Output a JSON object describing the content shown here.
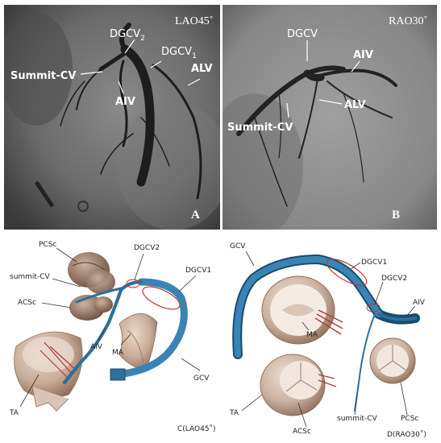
{
  "panel_a": {
    "view": "LAO45˚",
    "letter": "A",
    "labels": {
      "dgcv2_main": "DGCV",
      "dgcv2_sub": "2",
      "dgcv1_main": "DGCV",
      "dgcv1_sub": "1",
      "alv": "ALV",
      "summit": "Summit-CV",
      "aiv": "AIV"
    }
  },
  "panel_b": {
    "view": "RAO30˚",
    "letter": "B",
    "labels": {
      "dgcv": "DGCV",
      "aiv": "AIV",
      "alv": "ALV",
      "summit": "Summit-CV"
    }
  },
  "panel_c": {
    "labels": {
      "pcsc": "PCSc",
      "summit": "summit-CV",
      "acsc": "ACSc",
      "dgcv2": "DGCV2",
      "dgcv1": "DGCV1",
      "aiv": "AIV",
      "ma": "MA",
      "ta": "TA",
      "gcv": "GCV"
    },
    "caption": "C(LAO45˚)"
  },
  "panel_d": {
    "labels": {
      "gcv": "GCV",
      "dgcv1": "DGCV1",
      "dgcv2": "DGCV2",
      "aiv": "AIV",
      "ma": "MA",
      "ta": "TA",
      "acsc": "ACSc",
      "summit": "summit-CV",
      "pcsc": "PCSc"
    },
    "caption": "D(RAO30˚)"
  },
  "colors": {
    "vessel_blue": "#2f6f99",
    "valve_tan": "#cdb7a6",
    "highlight_red": "#c0392b"
  }
}
